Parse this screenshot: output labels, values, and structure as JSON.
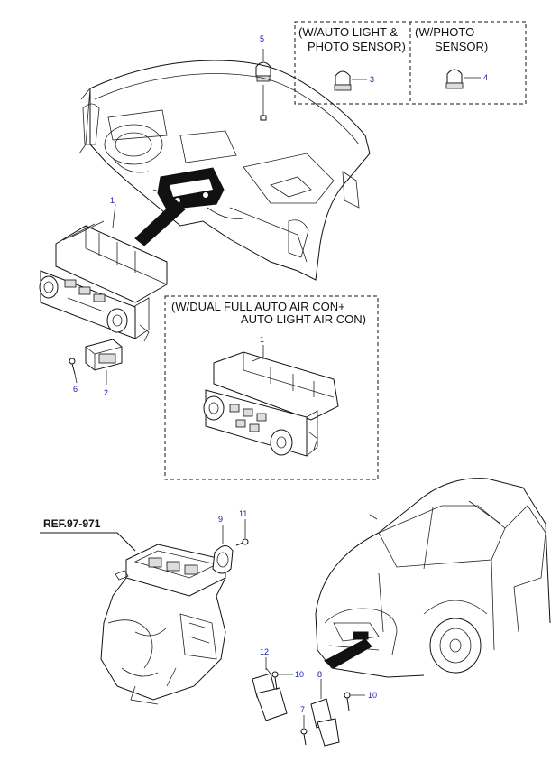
{
  "boxes": {
    "auto_light": {
      "line1": "(W/AUTO LIGHT &",
      "line2": "PHOTO SENSOR)"
    },
    "photo": {
      "line1": "(W/PHOTO",
      "line2": "SENSOR)"
    },
    "dual": {
      "line1": "(W/DUAL FULL AUTO AIR CON+",
      "line2": "AUTO LIGHT AIR CON)"
    }
  },
  "reference": "REF.97-971",
  "callouts": {
    "p1_top": "1",
    "p1_box": "1",
    "p2": "2",
    "p3": "3",
    "p4": "4",
    "p5": "5",
    "p6": "6",
    "p7": "7",
    "p8": "8",
    "p9": "9",
    "p10_a": "10",
    "p10_b": "10",
    "p11": "11",
    "p12": "12"
  }
}
